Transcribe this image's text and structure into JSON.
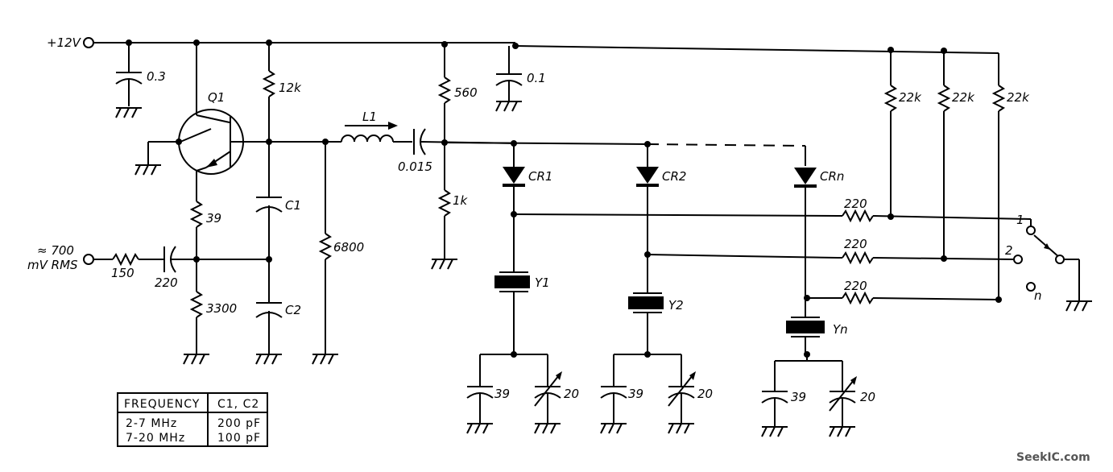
{
  "supply": {
    "label": "+12V"
  },
  "input": {
    "line1": "≈ 700",
    "line2": "mV RMS"
  },
  "transistor": {
    "label": "Q1"
  },
  "inductor": {
    "label": "L1"
  },
  "components": {
    "c_supply": "0.3",
    "r_collector": "12k",
    "c1": "C1",
    "c2": "C2",
    "r_emitter": "39",
    "r_emitter2": "3300",
    "r_in": "150",
    "c_in": "220",
    "r_shunt": "6800",
    "c_couple": "0.015",
    "r_top": "560",
    "r_bottom": "1k",
    "c_bypass": "0.1"
  },
  "channels": [
    {
      "diode": "CR1",
      "crystal": "Y1",
      "trim_fixed": "39",
      "trim_var": "20",
      "r_series": "220",
      "r_pullup": "22k",
      "switch_pos": "1"
    },
    {
      "diode": "CR2",
      "crystal": "Y2",
      "trim_fixed": "39",
      "trim_var": "20",
      "r_series": "220",
      "r_pullup": "22k",
      "switch_pos": "2"
    },
    {
      "diode": "CRn",
      "crystal": "Yn",
      "trim_fixed": "39",
      "trim_var": "20",
      "r_series": "220",
      "r_pullup": "22k",
      "switch_pos": "n"
    }
  ],
  "table": {
    "headers": [
      "FREQUENCY",
      "C1, C2"
    ],
    "rows": [
      [
        "2-7 MHz",
        "200 pF"
      ],
      [
        "7-20 MHz",
        "100 pF"
      ]
    ]
  },
  "watermark": "SeekIC.com"
}
